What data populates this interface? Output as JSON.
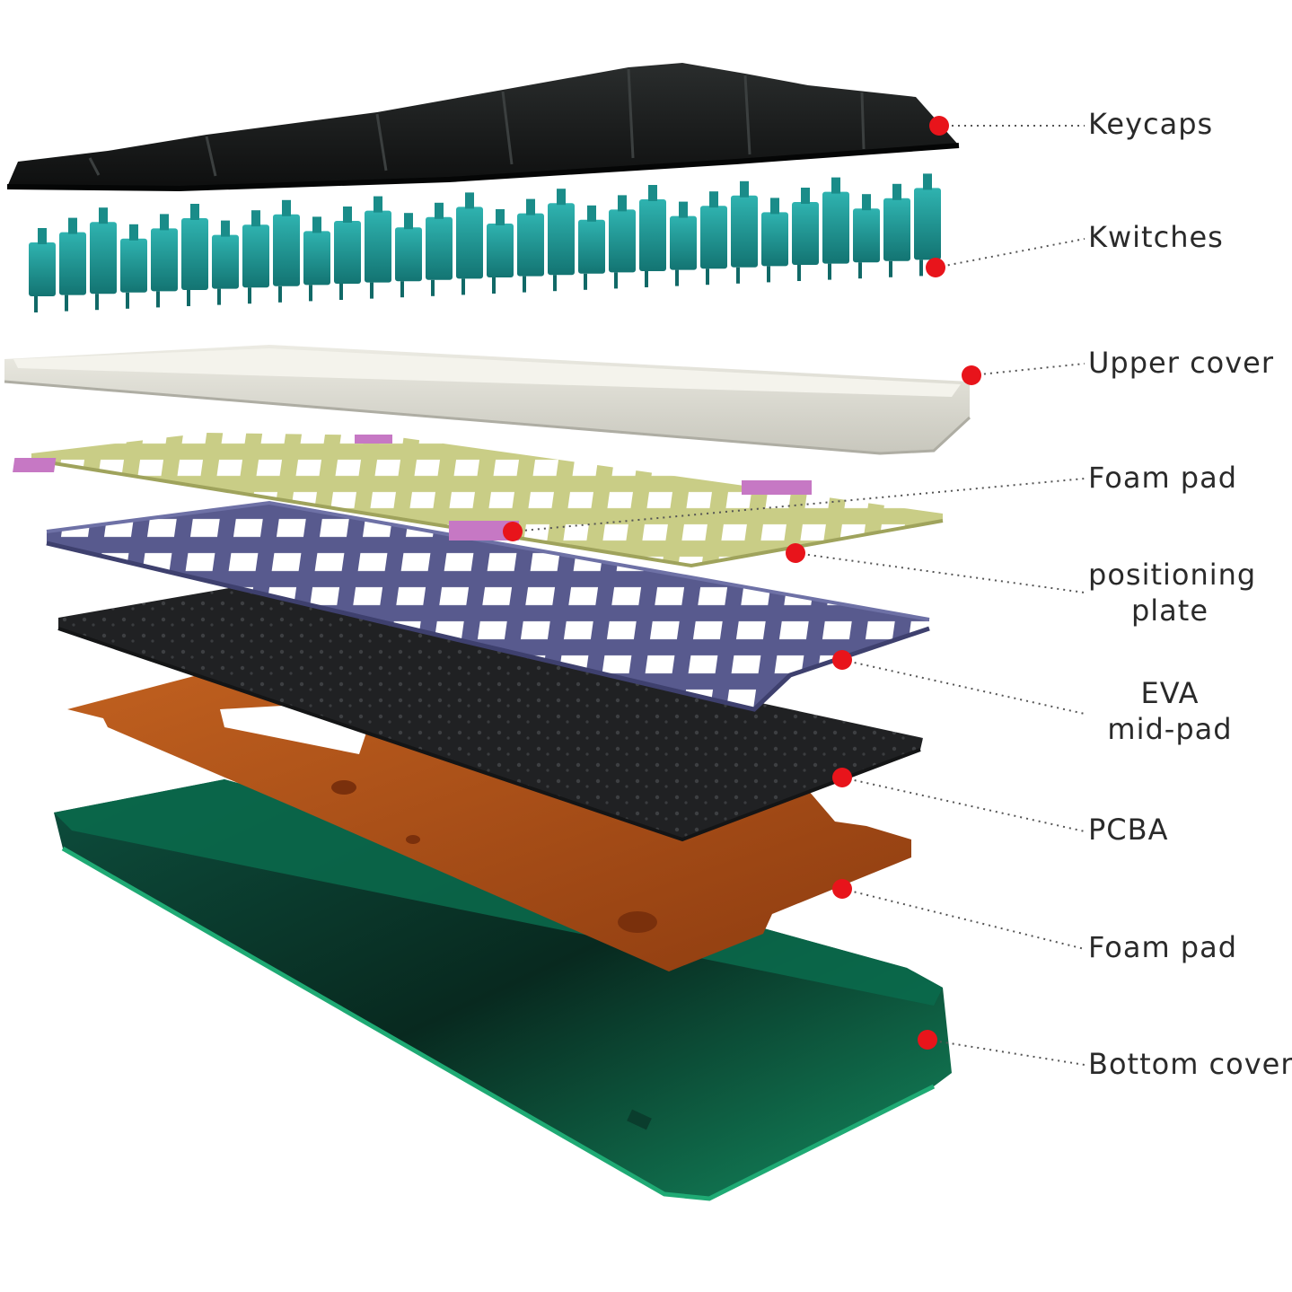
{
  "colors": {
    "background": "#ffffff",
    "leader_dot": "#e8141b",
    "keycaps": "#1a1c1c",
    "kwitches": "#1f9a9a",
    "upper_cover": "#dcdbd2",
    "foam_pad_top": "#c9cd86",
    "foam_accent": "#c678c4",
    "positioning_plate": "#585a8e",
    "eva_mid_pad": "#202123",
    "pcba": "#b3541b",
    "bottom_cover": "#0f5a43"
  },
  "layers": [
    {
      "key": "keycaps",
      "label": "Keycaps"
    },
    {
      "key": "kwitches",
      "label": "Kwitches"
    },
    {
      "key": "upper_cover",
      "label": "Upper cover"
    },
    {
      "key": "foam_pad_top",
      "label": "Foam pad"
    },
    {
      "key": "positioning_plate",
      "label_lines": [
        "positioning",
        "plate"
      ]
    },
    {
      "key": "eva_mid_pad",
      "label_lines": [
        "EVA",
        "mid-pad"
      ]
    },
    {
      "key": "pcba",
      "label": "PCBA"
    },
    {
      "key": "foam_pad_bottom",
      "label": "Foam pad"
    },
    {
      "key": "bottom_cover",
      "label": "Bottom cover"
    }
  ]
}
